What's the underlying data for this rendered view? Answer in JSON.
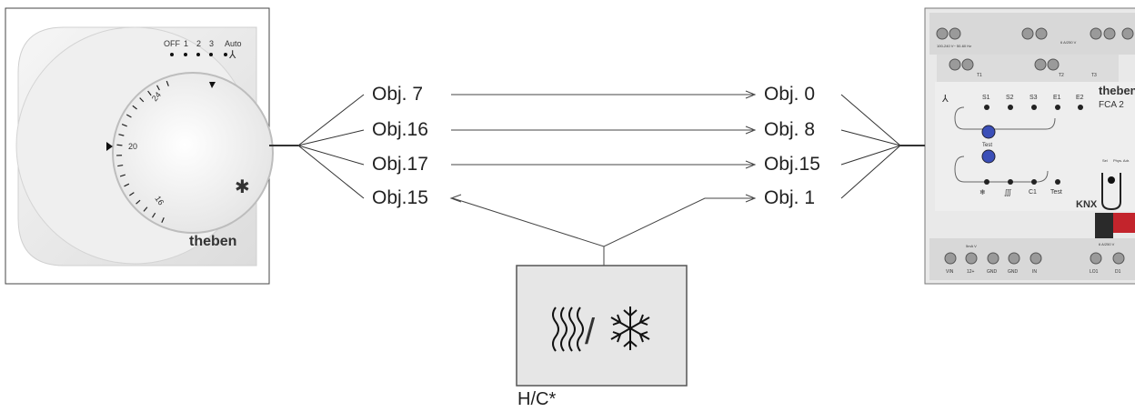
{
  "thermostat": {
    "brand": "theben",
    "fan_levels": [
      "OFF",
      "1",
      "2",
      "3",
      "Auto"
    ],
    "dial_marks": [
      "24",
      "20",
      "16"
    ]
  },
  "actuator": {
    "brand": "theben",
    "model": "FCA 2",
    "top_labels": [
      "100-240 V~ 50-60 Hz",
      "6 A/250 V",
      "T1",
      "T2",
      "T3"
    ],
    "row_labels": [
      "S1",
      "S2",
      "S3",
      "E1",
      "E2"
    ],
    "row2_labels": [
      "C1",
      "Test"
    ],
    "test_label": "Test",
    "knx": "KNX",
    "mode_labels": [
      "Sel",
      "Phys. Adr."
    ],
    "bottom_labels": [
      "VIN",
      "12+",
      "GND",
      "GND",
      "IN",
      "LO1",
      "D1"
    ],
    "bottom_top_label": "5mA V",
    "bottom_right_label": "6 A/250 V"
  },
  "connections": {
    "left": [
      "Obj. 7",
      "Obj.16",
      "Obj.17",
      "Obj.15"
    ],
    "right": [
      "Obj. 0",
      "Obj. 8",
      "Obj.15",
      "Obj. 1"
    ]
  },
  "hc_device": {
    "label": "H/C*",
    "separator": "/"
  }
}
